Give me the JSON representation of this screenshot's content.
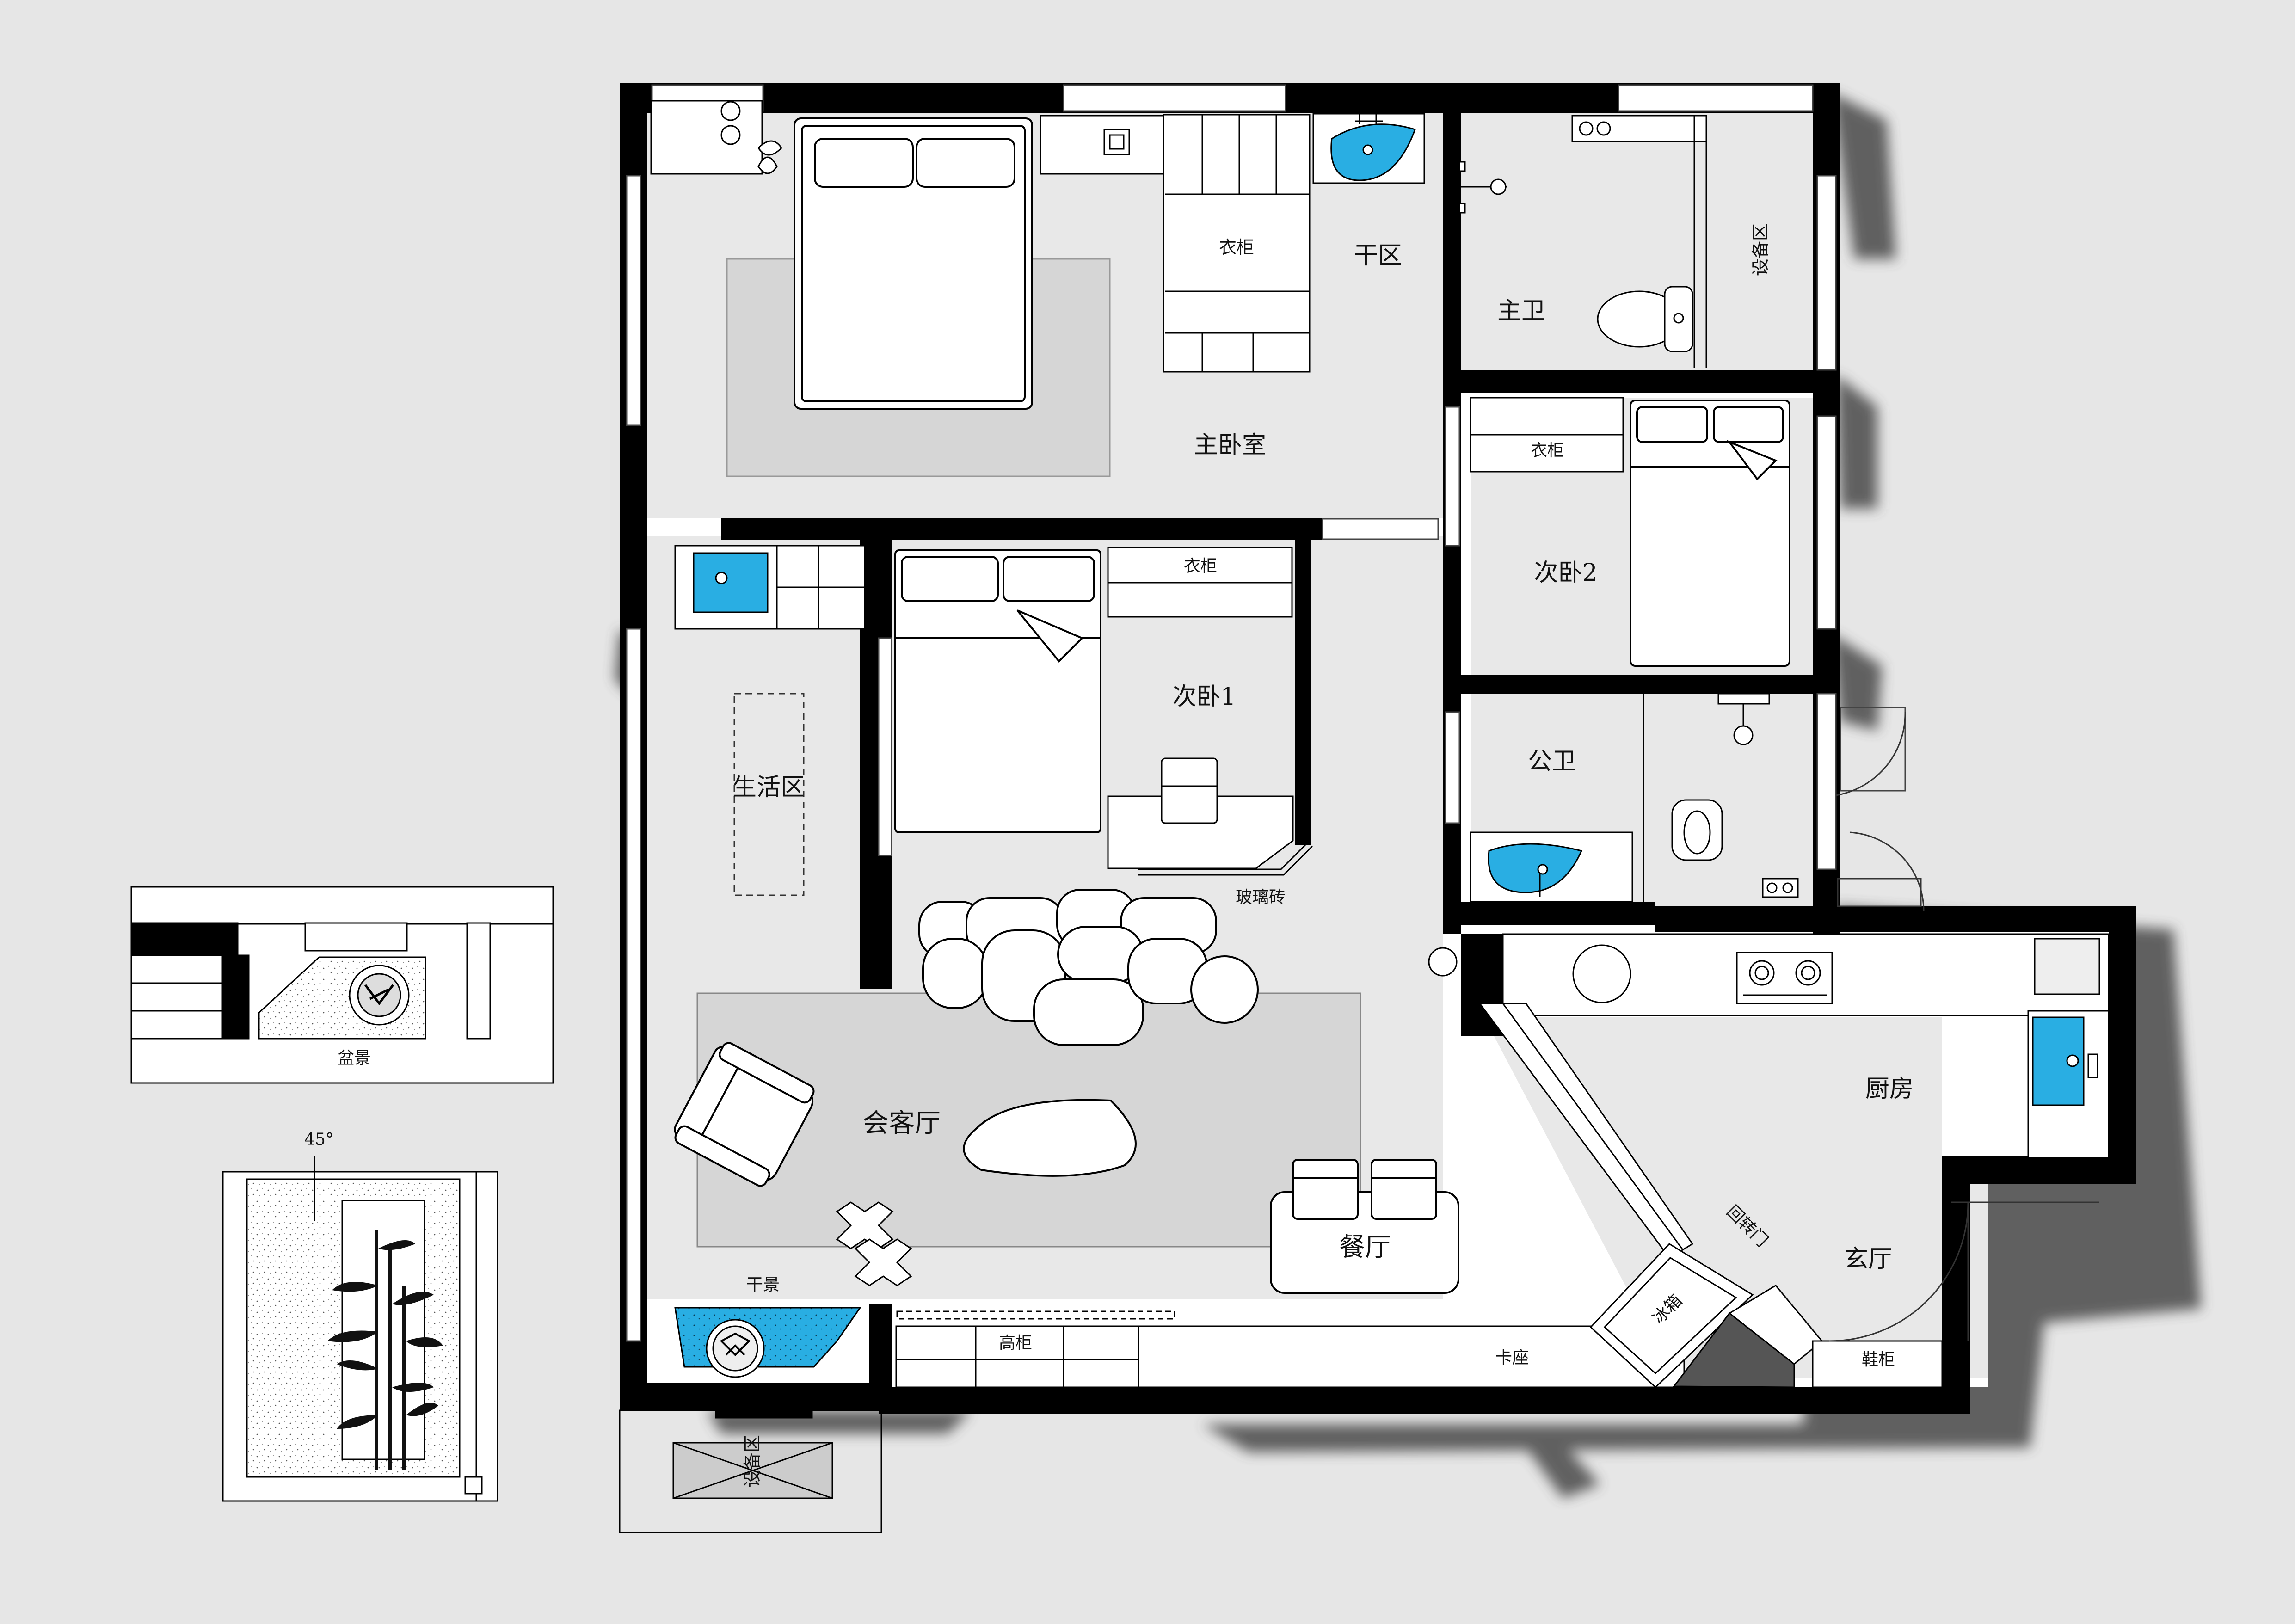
{
  "rooms": {
    "master_bedroom": "主卧室",
    "dry_zone": "干区",
    "master_bath": "主卫",
    "equipment_top": "设备区",
    "bedroom2": "次卧2",
    "bedroom1": "次卧1",
    "public_bath": "公卫",
    "living_zone": "生活区",
    "living_room": "会客厅",
    "dining": "餐厅",
    "kitchen": "厨房",
    "entry": "玄厅",
    "equipment_bottom": "设备区"
  },
  "furniture": {
    "wardrobe_master": "衣柜",
    "wardrobe_b2": "衣柜",
    "wardrobe_b1": "衣柜",
    "glass_brick": "玻璃砖",
    "dry_scape": "干景",
    "tall_cabinet": "高柜",
    "booth_seat": "卡座",
    "fridge": "冰箱",
    "shoe_cabinet": "鞋柜",
    "return_door": "回转门"
  },
  "details": {
    "detail1_caption": "盆景",
    "detail2_angle": "45°"
  },
  "colors": {
    "wall": "#000000",
    "floor": "#e6e6e6",
    "rug": "#d5d5d5",
    "fixture_blue": "#29aee3",
    "shadow": "#4d4d4d"
  }
}
